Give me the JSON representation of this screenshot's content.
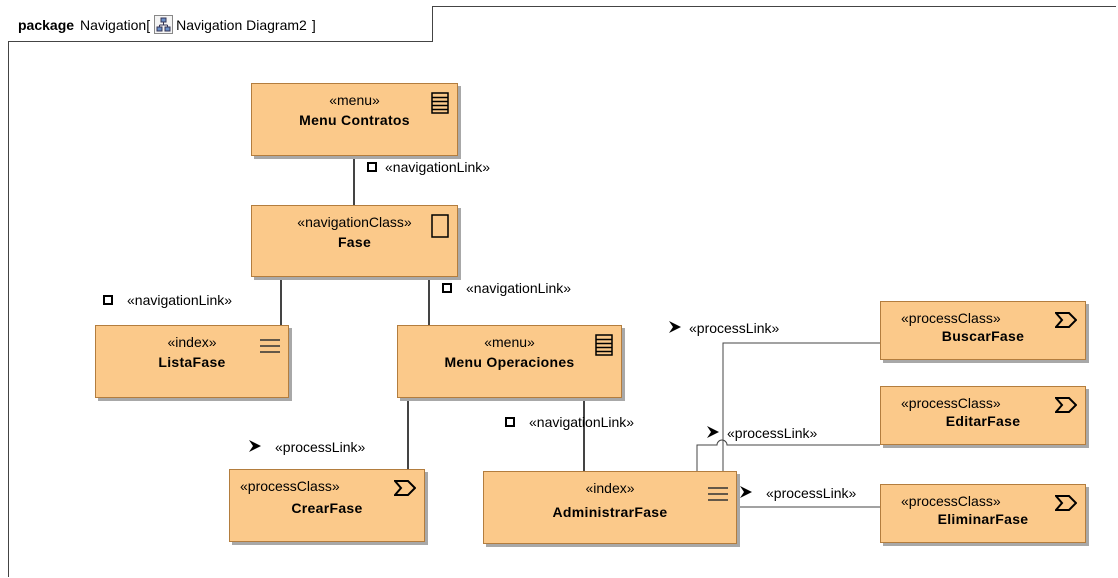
{
  "header": {
    "keyword": "package",
    "name": "Navigation",
    "open_bracket": "[",
    "diagram_name": "Navigation Diagram2",
    "close_bracket": "]"
  },
  "nodes": {
    "menu_contratos": {
      "stereotype": "«menu»",
      "name": "Menu Contratos",
      "icon": "menu-icon"
    },
    "fase": {
      "stereotype": "«navigationClass»",
      "name": "Fase",
      "icon": "navigation-class-icon"
    },
    "lista_fase": {
      "stereotype": "«index»",
      "name": "ListaFase",
      "icon": "index-icon"
    },
    "menu_operaciones": {
      "stereotype": "«menu»",
      "name": "Menu Operaciones",
      "icon": "menu-icon"
    },
    "crear_fase": {
      "stereotype": "«processClass»",
      "name": "CrearFase",
      "icon": "process-icon"
    },
    "administrar_fase": {
      "stereotype": "«index»",
      "name": "AdministrarFase",
      "icon": "index-icon"
    },
    "buscar_fase": {
      "stereotype": "«processClass»",
      "name": "BuscarFase",
      "icon": "process-icon"
    },
    "editar_fase": {
      "stereotype": "«processClass»",
      "name": "EditarFase",
      "icon": "process-icon"
    },
    "eliminar_fase": {
      "stereotype": "«processClass»",
      "name": "EliminarFase",
      "icon": "process-icon"
    }
  },
  "links": {
    "nav1": "«navigationLink»",
    "nav2": "«navigationLink»",
    "nav3": "«navigationLink»",
    "nav4": "«navigationLink»",
    "proc1": "«processLink»",
    "proc2": "«processLink»",
    "proc3": "«processLink»",
    "proc4": "«processLink»"
  },
  "colors": {
    "node_fill": "#fbc98a",
    "node_border": "#b37d3e",
    "edge": "#444444"
  }
}
